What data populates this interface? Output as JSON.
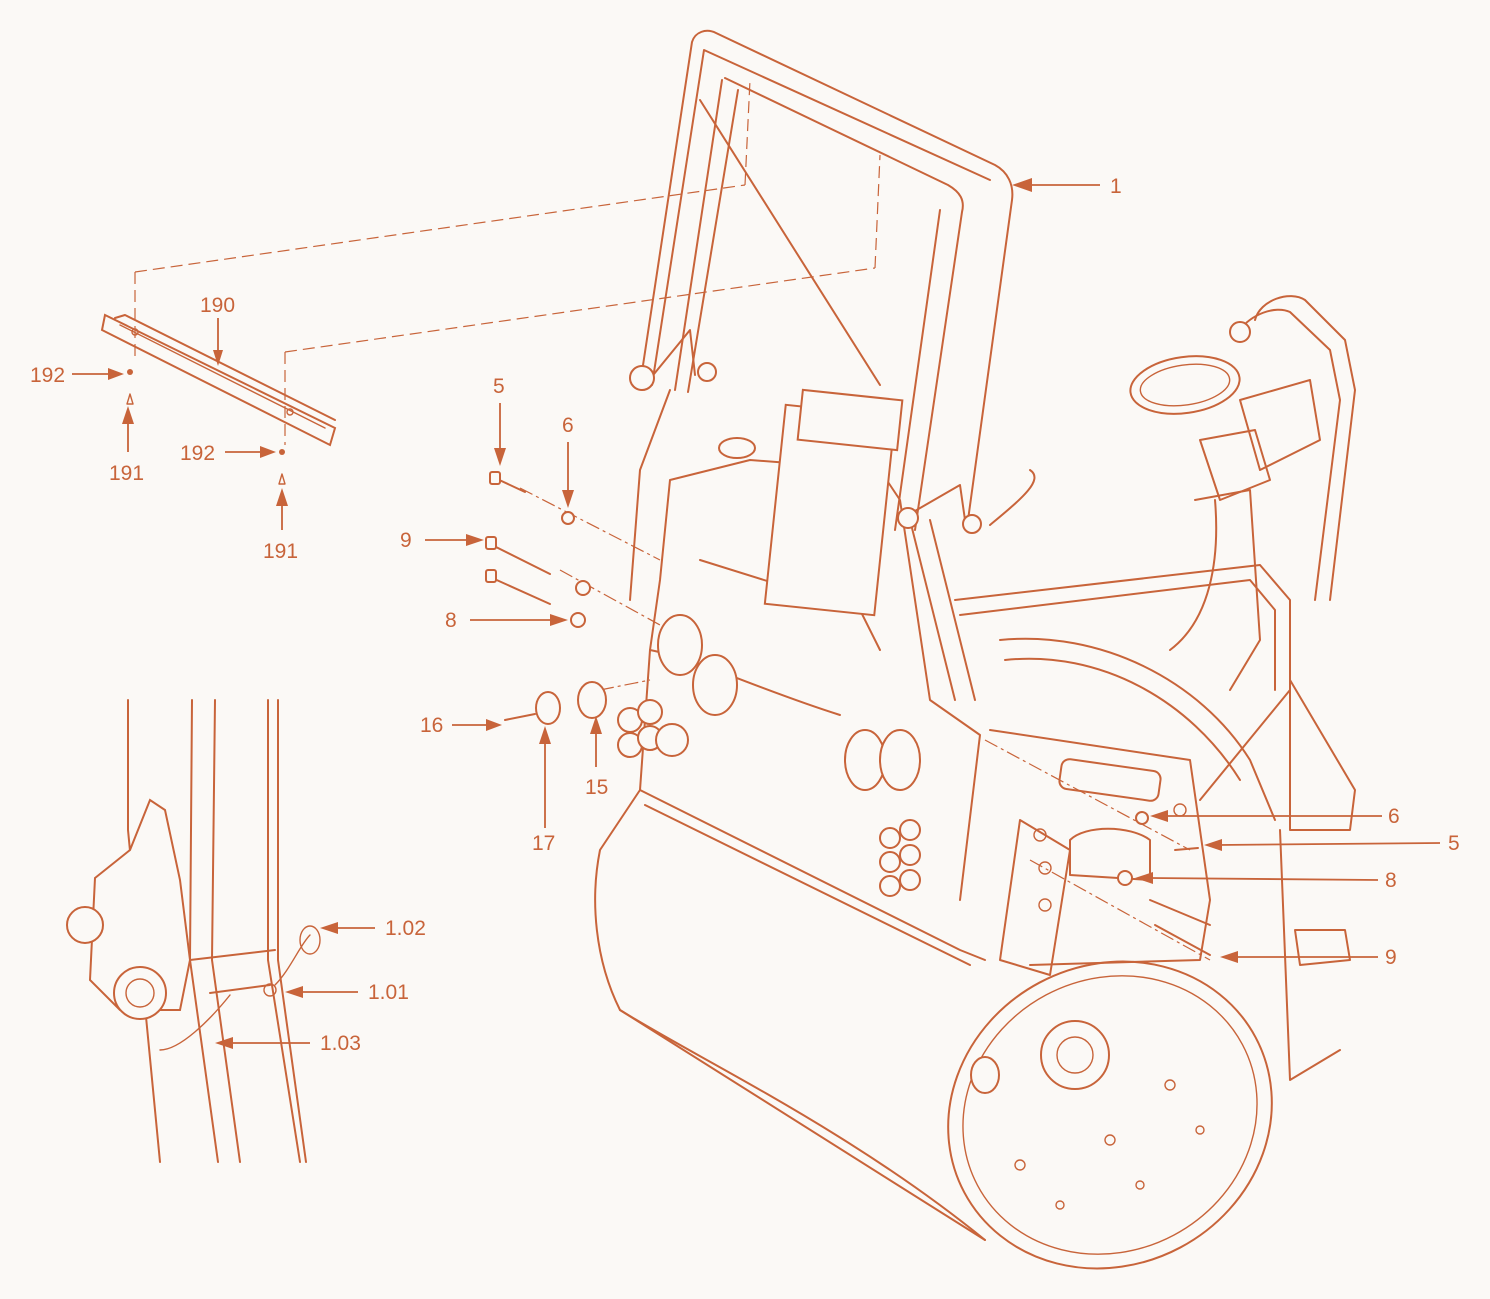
{
  "colors": {
    "ink": "#c8643a",
    "background": "#fbf9f6"
  },
  "callouts": {
    "c1": "1",
    "c190": "190",
    "c192a": "192",
    "c191a": "191",
    "c192b": "192",
    "c191b": "191",
    "c5a": "5",
    "c6a": "6",
    "c9a": "9",
    "c8a": "8",
    "c16": "16",
    "c17": "17",
    "c15": "15",
    "c6b": "6",
    "c5b": "5",
    "c8b": "8",
    "c9b": "9",
    "c102": "1.02",
    "c101": "1.01",
    "c103": "1.03"
  }
}
